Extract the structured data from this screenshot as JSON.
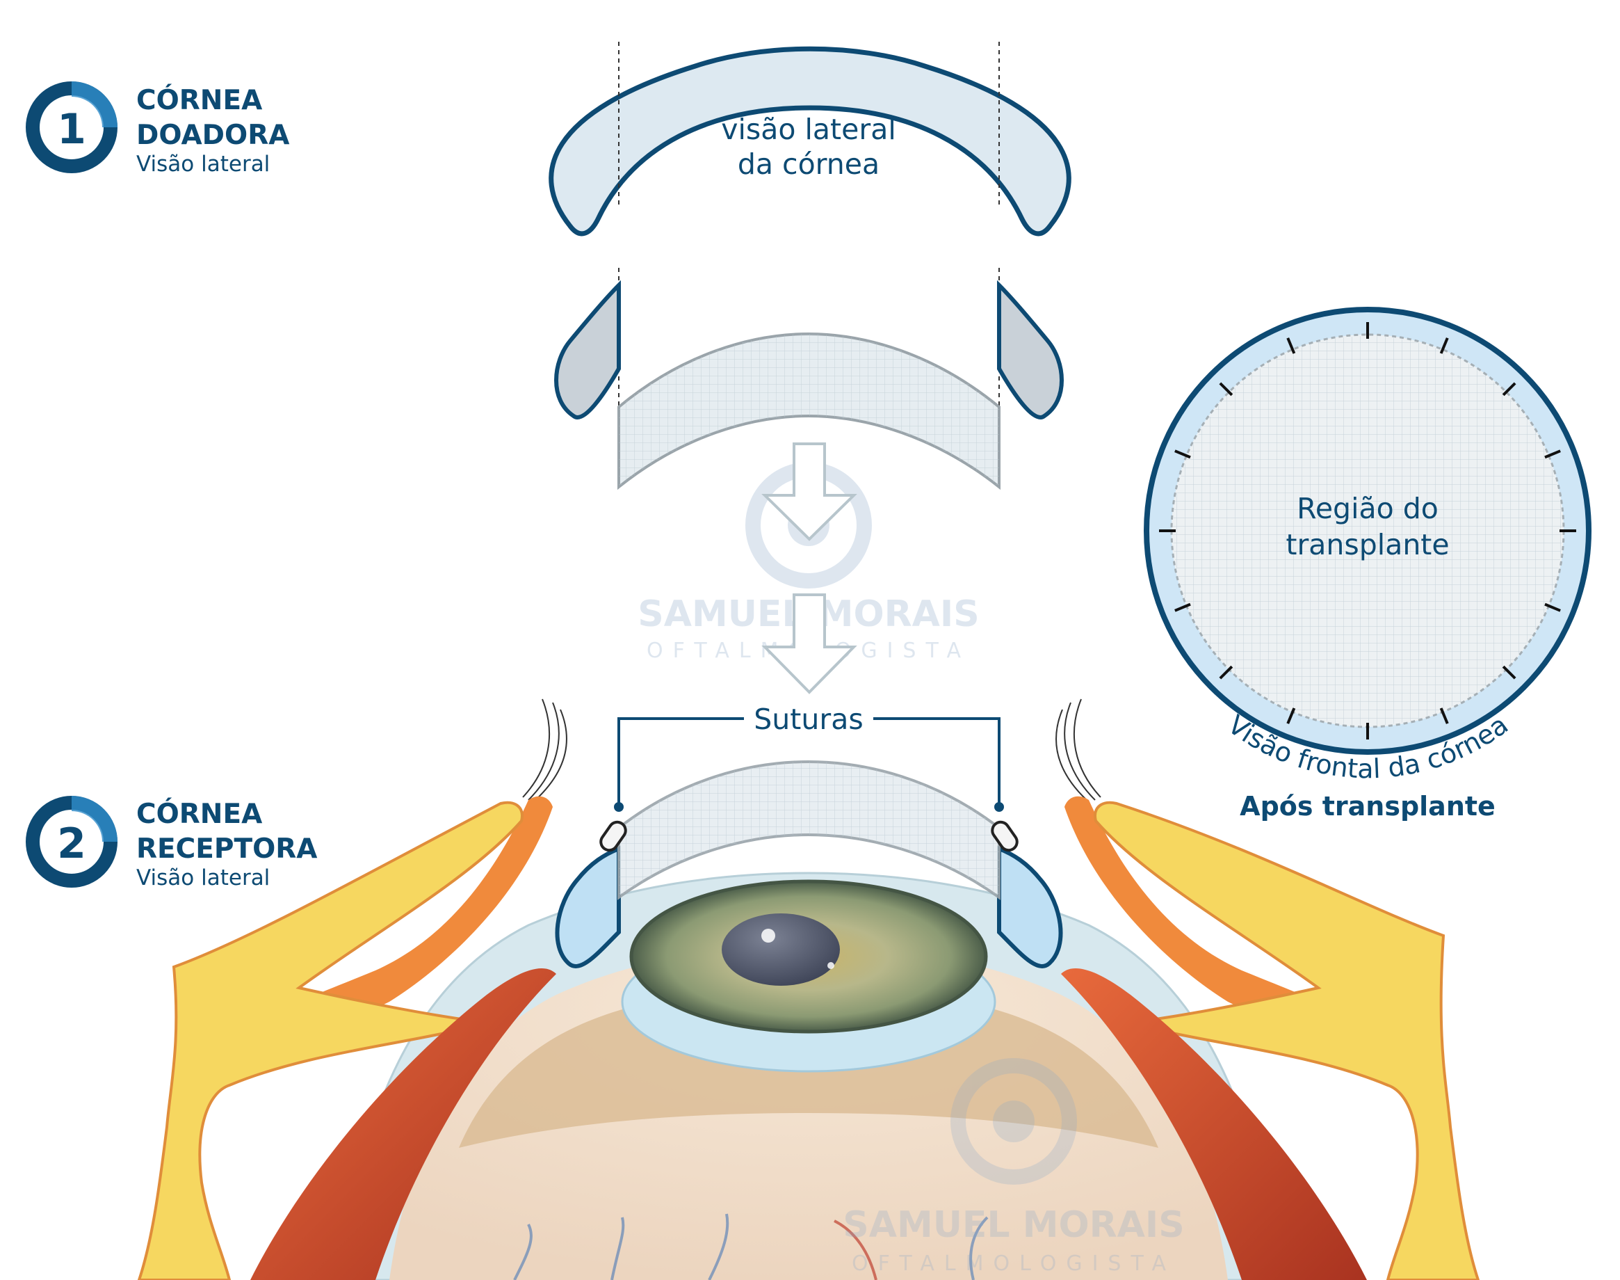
{
  "step1": {
    "number": "1",
    "title_line1": "CÓRNEA",
    "title_line2": "DOADORA",
    "subtitle": "Visão lateral"
  },
  "step2": {
    "number": "2",
    "title_line1": "CÓRNEA",
    "title_line2": "RECEPTORA",
    "subtitle": "Visão lateral"
  },
  "donor_cornea": {
    "label_line1": "visão lateral",
    "label_line2": "da córnea"
  },
  "sutures": {
    "label": "Suturas"
  },
  "frontal_view": {
    "center_line1": "Região do",
    "center_line2": "transplante",
    "arc_caption": "Visão frontal da córnea",
    "caption": "Após transplante"
  },
  "watermark": {
    "name": "SAMUEL MORAIS",
    "profession": "OFTALMOLOGISTA"
  },
  "colors": {
    "navy": "#0d4a73",
    "accent_blue": "#2f8cc9",
    "cornea_fill": "#d6e6f0",
    "graft_fill": "#e9eef1",
    "fat_yellow": "#f6d760",
    "muscle_red": "#c8472a",
    "skin_orange": "#f08a3c",
    "iris_green": "#8a9566"
  }
}
